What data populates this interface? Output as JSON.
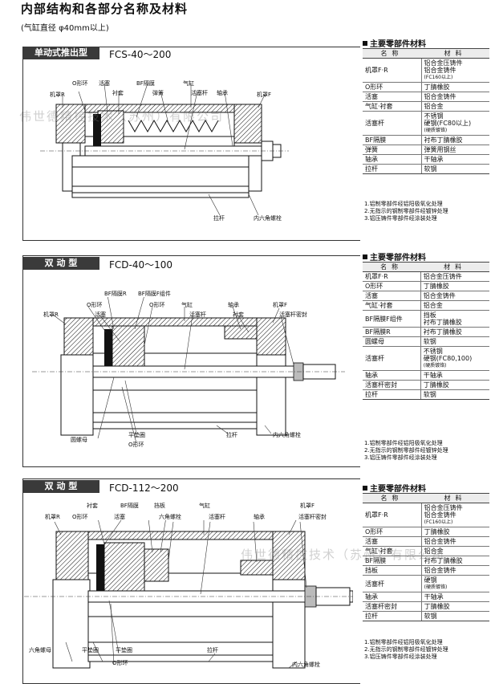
{
  "page": {
    "title": "内部结构和各部分名称及材料",
    "subtitle": "(气缸直径 φ40mm以上)"
  },
  "watermark": "伟世德精控技术（苏州）有限公司",
  "sections": [
    {
      "tag": "单动式推出型",
      "model": "FCS-40～200",
      "labels": [
        "O形环",
        "活塞",
        "衬套",
        "BF隔膜",
        "弹簧",
        "气缸",
        "活塞杆",
        "轴承",
        "机罩R",
        "机罩F",
        "拉杆",
        "内六角螺栓"
      ],
      "parts_title": "主要零部件材料",
      "col_name": "名称",
      "col_material": "材料",
      "parts": [
        {
          "name": "机罩F·R",
          "material": "铝合金压铸件\n铝合金铸件",
          "note": "(FC160以上)"
        },
        {
          "name": "O形环",
          "material": "丁腈橡胶",
          "note": ""
        },
        {
          "name": "活塞",
          "material": "铝合金铸件",
          "note": ""
        },
        {
          "name": "气缸·衬套",
          "material": "铝合金",
          "note": ""
        },
        {
          "name": "活塞杆",
          "material": "不锈钢\n硬钢(FC80以上)",
          "note": "(硬质镀铬)"
        },
        {
          "name": "BF隔膜",
          "material": "衬布丁腈橡胶",
          "note": ""
        },
        {
          "name": "弹簧",
          "material": "弹簧用钢丝",
          "note": ""
        },
        {
          "name": "轴承",
          "material": "干轴承",
          "note": ""
        },
        {
          "name": "拉杆",
          "material": "软钢",
          "note": ""
        }
      ],
      "notes": [
        "1.铝制零部件经铝阳极氧化处理",
        "2.无指示的钢制零部件经镀锌处理",
        "3.铝压铸件零部件经涂装处理"
      ]
    },
    {
      "tag": "双 动 型",
      "model": "FCD-40～100",
      "labels": [
        "BF隔膜R",
        "BF隔膜F组件",
        "O形环",
        "O形环",
        "活塞",
        "气缸",
        "活塞杆",
        "轴承",
        "衬套",
        "机罩R",
        "机罩F",
        "活塞杆密封",
        "圆螺母",
        "平垫圈",
        "O形环",
        "拉杆",
        "内六角螺栓"
      ],
      "parts_title": "主要零部件材料",
      "col_name": "名称",
      "col_material": "材料",
      "parts": [
        {
          "name": "机罩F·R",
          "material": "铝合金压铸件",
          "note": ""
        },
        {
          "name": "O形环",
          "material": "丁腈橡胶",
          "note": ""
        },
        {
          "name": "活塞",
          "material": "铝合金铸件",
          "note": ""
        },
        {
          "name": "气缸·衬套",
          "material": "铝合金",
          "note": ""
        },
        {
          "name": "BF隔膜F组件",
          "material": "挡板\n衬布丁腈橡胶",
          "note": ""
        },
        {
          "name": "BF隔膜R",
          "material": "衬布丁腈橡胶",
          "note": ""
        },
        {
          "name": "圆螺母",
          "material": "软钢",
          "note": ""
        },
        {
          "name": "活塞杆",
          "material": "不锈钢\n硬钢(FC80,100)",
          "note": "(硬质镀铬)"
        },
        {
          "name": "轴承",
          "material": "干轴承",
          "note": ""
        },
        {
          "name": "活塞杆密封",
          "material": "丁腈橡胶",
          "note": ""
        },
        {
          "name": "拉杆",
          "material": "软钢",
          "note": ""
        }
      ],
      "notes": [
        "1.铝制零部件经铝阳极氧化处理",
        "2.无指示的钢制零部件经镀锌处理",
        "3.铝压铸件零部件经涂装处理"
      ]
    },
    {
      "tag": "双 动 型",
      "model": "FCD-112～200",
      "labels": [
        "衬套",
        "BF隔膜",
        "挡板",
        "气缸",
        "机罩F",
        "机罩R",
        "O形环",
        "活塞",
        "六角螺栓",
        "活塞杆",
        "轴承",
        "活塞杆密封",
        "六角螺母",
        "平垫圈",
        "平垫圈",
        "O形环",
        "拉杆",
        "内六角螺栓"
      ],
      "parts_title": "主要零部件材料",
      "col_name": "名称",
      "col_material": "材料",
      "parts": [
        {
          "name": "机罩F·R",
          "material": "铝合金压铸件\n铝合金铸件",
          "note": "(FC160以上)"
        },
        {
          "name": "O形环",
          "material": "丁腈橡胶",
          "note": ""
        },
        {
          "name": "活塞",
          "material": "铝合金铸件",
          "note": ""
        },
        {
          "name": "气缸·衬套",
          "material": "铝合金",
          "note": ""
        },
        {
          "name": "BF隔膜",
          "material": "衬布丁腈橡胶",
          "note": ""
        },
        {
          "name": "挡板",
          "material": "铝合金铸件",
          "note": ""
        },
        {
          "name": "活塞杆",
          "material": "硬钢",
          "note": "(硬质镀铬)"
        },
        {
          "name": "轴承",
          "material": "干轴承",
          "note": ""
        },
        {
          "name": "活塞杆密封",
          "material": "丁腈橡胶",
          "note": ""
        },
        {
          "name": "拉杆",
          "material": "软钢",
          "note": ""
        }
      ],
      "notes": [
        "1.铝制零部件经铝阳极氧化处理",
        "2.无指示的钢制零部件经镀锌处理",
        "3.铝压铸件零部件经涂装处理"
      ]
    }
  ]
}
